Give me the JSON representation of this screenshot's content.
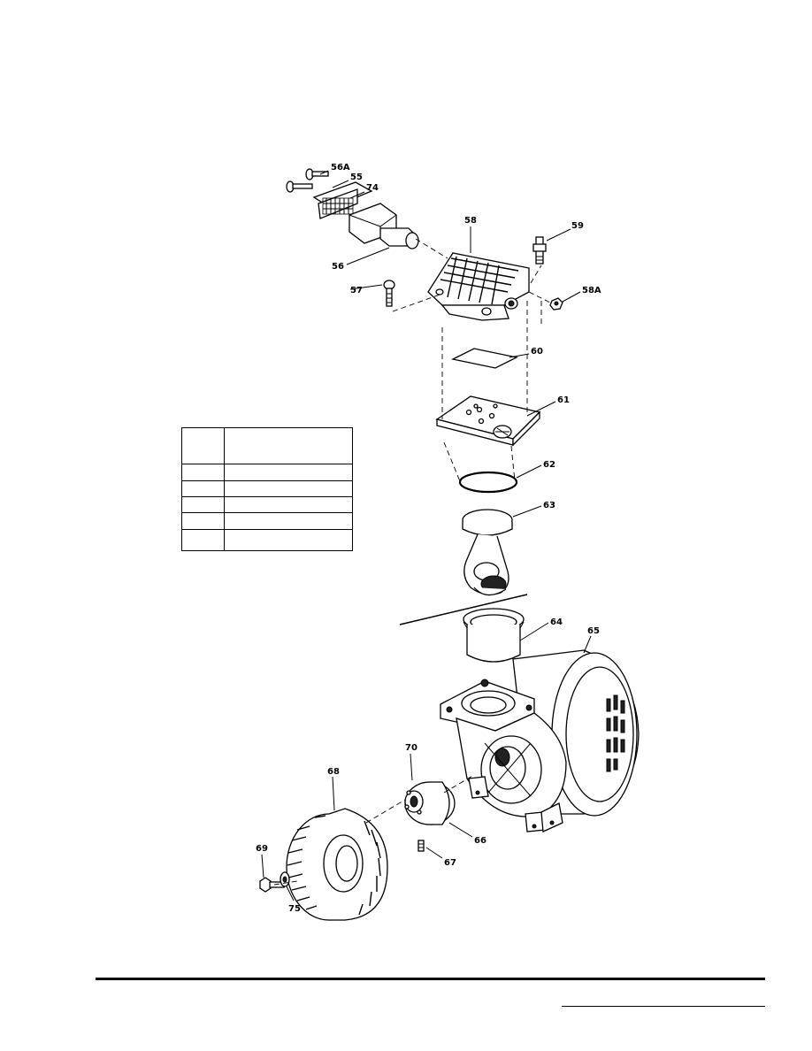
{
  "diagram": {
    "callouts": {
      "c56a": "56A",
      "c55": "55",
      "c74": "74",
      "c58": "58",
      "c59": "59",
      "c56": "56",
      "c57": "57",
      "c58a": "58A",
      "c60": "60",
      "c61": "61",
      "c62": "62",
      "c63": "63",
      "c64": "64",
      "c65": "65",
      "c70": "70",
      "c68": "68",
      "c66": "66",
      "c69": "69",
      "c67": "67",
      "c75": "75"
    }
  }
}
